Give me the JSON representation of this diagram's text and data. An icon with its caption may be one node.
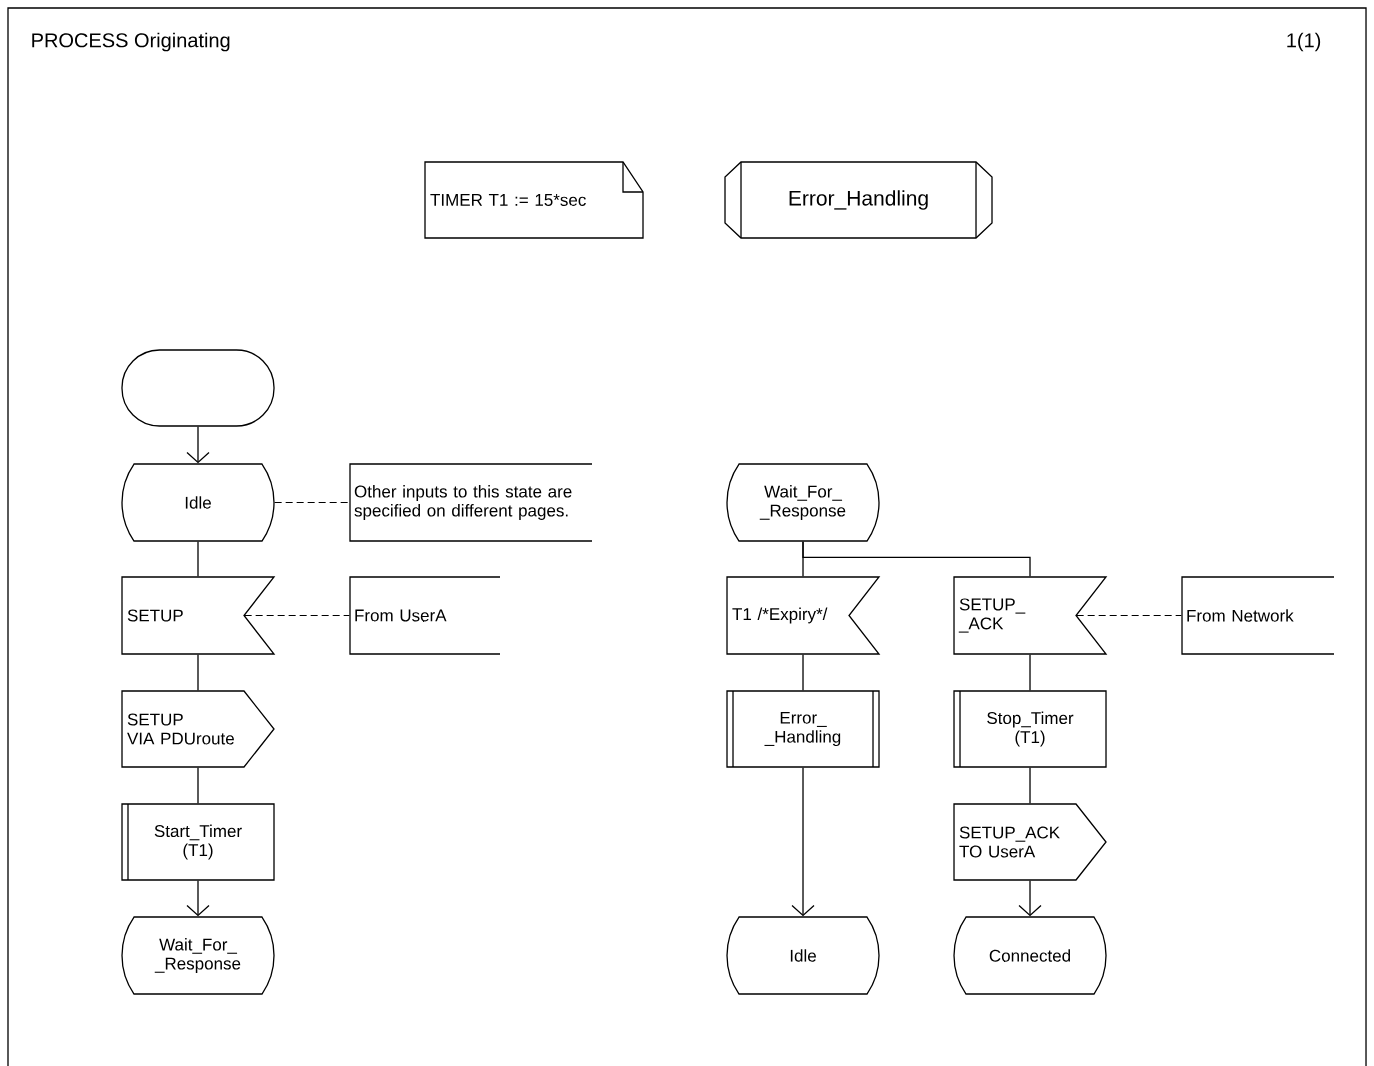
{
  "diagram": {
    "title": "PROCESS Originating",
    "nodes": [
      {
        "text": [
          "TIMER T1 := 15*sec"
        ]
      },
      {
        "text": [
          "Error_Handling"
        ]
      },
      {
        "text": [],
        "shape": "oval"
      },
      {
        "text": [
          "Idle"
        ]
      },
      {
        "text": [
          "Other inputs to this state are specified on different pages."
        ]
      },
      {
        "text": [
          "SETUP"
        ]
      },
      {
        "text": [
          "From UserA"
        ]
      },
      {
        "text": [
          "SETUP VIA PDUroute"
        ]
      },
      {
        "text": [
          "Start_Timer (T1)"
        ]
      },
      {
        "text": [
          "Wait_For_ _Response"
        ]
      },
      {
        "text": [
          "Wait_For_ _Response"
        ]
      },
      {
        "text": [
          "T1 /*Expiry*/"
        ]
      },
      {
        "text": [
          "SETUP_ _ACK"
        ]
      },
      {
        "text": [
          "From Network"
        ]
      },
      {
        "text": [
          "Error_ _Handling"
        ]
      },
      {
        "text": [
          "Stop_Timer (T1)"
        ]
      },
      {
        "text": [
          "SETUP_ACK TO UserA"
        ]
      },
      {
        "text": [
          "Idle"
        ]
      },
      {
        "text": [
          "Connected"
        ]
      }
    ],
    "edges": [
      {
        "from": 2,
        "to": 3,
        "arrow": "to"
      },
      {
        "from": 3,
        "to": 4,
        "arrow": "none",
        "style": "dashed"
      },
      {
        "from": 3,
        "to": 5,
        "arrow": "none"
      },
      {
        "from": 5,
        "to": 6,
        "arrow": "none",
        "style": "dashed"
      },
      {
        "from": 5,
        "to": 7,
        "arrow": "none"
      },
      {
        "from": 7,
        "to": 8,
        "arrow": "none"
      },
      {
        "from": 8,
        "to": 9,
        "arrow": "to"
      },
      {
        "from": 10,
        "to": 11,
        "arrow": "none"
      },
      {
        "from": 10,
        "to": 12,
        "arrow": "none"
      },
      {
        "from": 12,
        "to": 13,
        "arrow": "none",
        "style": "dashed"
      },
      {
        "from": 11,
        "to": 14,
        "arrow": "none"
      },
      {
        "from": 14,
        "to": 17,
        "arrow": "to"
      },
      {
        "from": 12,
        "to": 15,
        "arrow": "none"
      },
      {
        "from": 15,
        "to": 16,
        "arrow": "none"
      },
      {
        "from": 16,
        "to": 18,
        "arrow": "to"
      }
    ],
    "labels": [
      "1(1)"
    ]
  }
}
